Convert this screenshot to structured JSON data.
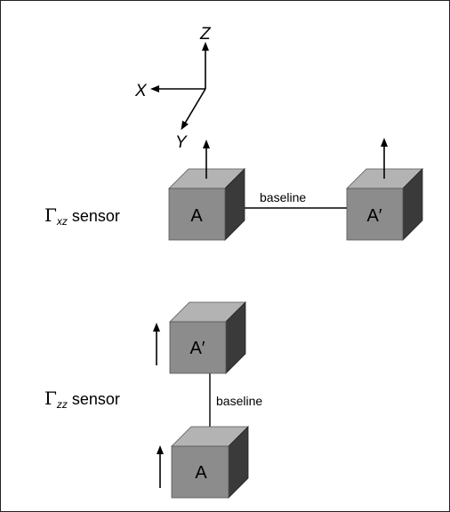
{
  "axes": {
    "z_label": "Z",
    "x_label": "X",
    "y_label": "Y"
  },
  "sensor_xz": {
    "symbol": "Γ",
    "subscript": "xz",
    "suffix": "sensor",
    "cube_left_label": "A",
    "cube_right_label": "A′",
    "baseline_label": "baseline"
  },
  "sensor_zz": {
    "symbol": "Γ",
    "subscript": "zz",
    "suffix": "sensor",
    "cube_top_label": "A′",
    "cube_bottom_label": "A",
    "baseline_label": "baseline"
  },
  "colors": {
    "cube_front": "#8c8c8c",
    "cube_top": "#b3b3b3",
    "cube_side": "#3a3a3a",
    "line": "#000000"
  }
}
